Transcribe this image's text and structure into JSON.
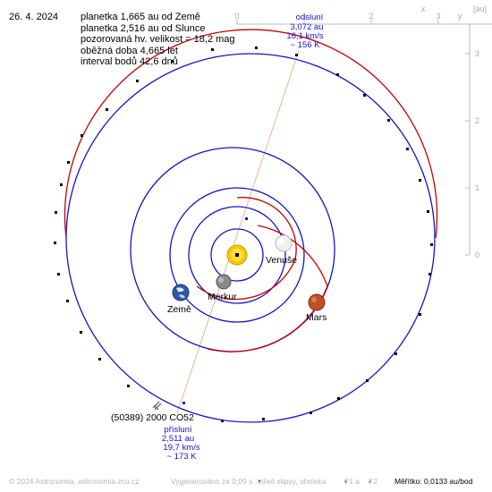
{
  "date": "26. 4. 2024",
  "info_lines": [
    "planetka 1,665 au od Země",
    "planetka 2,516 au od Slunce",
    "pozorovaná hv. velikost = 18,2 mag",
    "oběžná doba 4,665 let",
    "interval bodů 42,6 dnů"
  ],
  "axes": {
    "top_ticks": [
      "0",
      "1",
      "2",
      "3"
    ],
    "x_symbol": "x",
    "unit": "[au]",
    "y_symbol": "y",
    "right_ticks": [
      "3",
      "2",
      "1",
      "0"
    ]
  },
  "aphelion": {
    "title": "odsluní",
    "distance": "3,072 au",
    "speed": "16,1 km/s",
    "temperature": "~ 156 K"
  },
  "perihelion": {
    "title": "přísluní",
    "distance": "2,511 au",
    "speed": "19,7 km/s",
    "temperature": "~ 173 K"
  },
  "bodies": {
    "venus": "Venuše",
    "mercury": "Merkur",
    "earth": "Země",
    "mars": "Mars",
    "asteroid": "(50389) 2000 CO52"
  },
  "footer": {
    "copyright": "© 2024 Astronomia, astronomia.zcu.cz",
    "generated": "Vygenerováno za 0,09 s",
    "legend_center": "střed elipsy, ohniska",
    "f1": "F1 a",
    "f2": "F2",
    "scale": "Měřítko: 0,0133 au/bod"
  },
  "colors": {
    "orbit": "#1414c8",
    "asteroid_orbit": "#c80000",
    "apsis_line": "#f0a078",
    "apsis_text": "#1414c8",
    "axis": "#bbbbbb",
    "sun": "#f8c800"
  }
}
